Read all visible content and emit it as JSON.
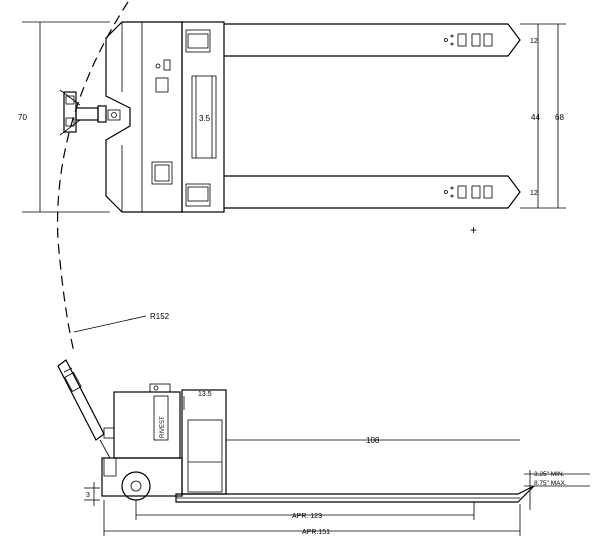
{
  "top_view": {
    "dim_overall_length": "70",
    "dim_fork_spread_inner": "3.5",
    "dim_fork_gap": "44",
    "dim_overall_width": "68",
    "dim_fork_width_top": "12",
    "dim_fork_width_bottom": "12",
    "center_mark": "+"
  },
  "arc": {
    "radius_label": "R152"
  },
  "side_view": {
    "dim_load_backrest": "13.5",
    "dim_fork_length": "108",
    "dim_lowered_height": "3",
    "fork_height_min": "3.25\" MIN.",
    "fork_height_max": "8.75\" MAX.",
    "dim_wheelbase": "APR. 123",
    "dim_overall": "APR.151",
    "brand_text": "RIVEST"
  }
}
